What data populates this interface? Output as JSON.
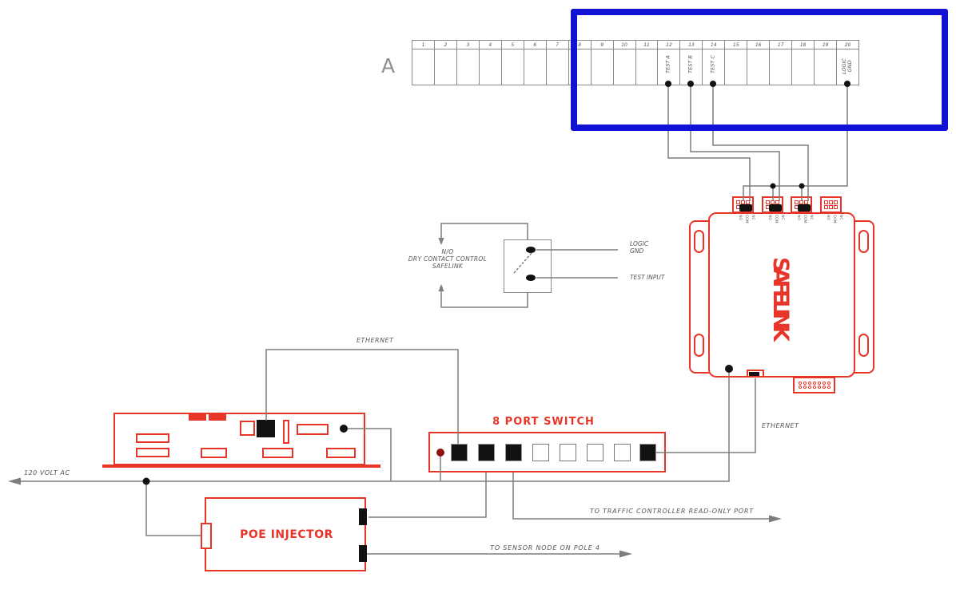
{
  "colors": {
    "accent_red": "#e8352a",
    "highlight_blue": "#1212d4",
    "wire_gray": "#7d7d7d",
    "label_gray": "#555555"
  },
  "row_label": "A",
  "terminal_strip": {
    "numbers": [
      "1",
      "2",
      "3",
      "4",
      "5",
      "6",
      "7",
      "8",
      "9",
      "10",
      "11",
      "12",
      "13",
      "14",
      "15",
      "16",
      "17",
      "18",
      "19",
      "20"
    ],
    "terminal_12_label": "TEST A",
    "terminal_13_label": "TEST B",
    "terminal_14_label": "TEST C",
    "terminal_20_label_line1": "LOGIC",
    "terminal_20_label_line2": "GND"
  },
  "safelink": {
    "title": "SAFELINK",
    "pin_no": "NO",
    "pin_com": "COM",
    "pin_nc": "NC"
  },
  "dry_contact": {
    "line1": "N/O",
    "line2": "DRY CONTACT CONTROL",
    "line3": "SAFELINK",
    "logic_line1": "LOGIC",
    "logic_line2": "GND",
    "test_input": "TEST INPUT"
  },
  "switch": {
    "title": "8 PORT SWITCH"
  },
  "poe": {
    "title": "POE INJECTOR"
  },
  "wire_labels": {
    "ethernet_top": "ETHERNET",
    "ethernet_safelink": "ETHERNET",
    "power": "120 VOLT AC",
    "traffic": "TO TRAFFIC CONTROLLER READ-ONLY PORT",
    "sensor": "TO SENSOR NODE ON POLE 4"
  }
}
